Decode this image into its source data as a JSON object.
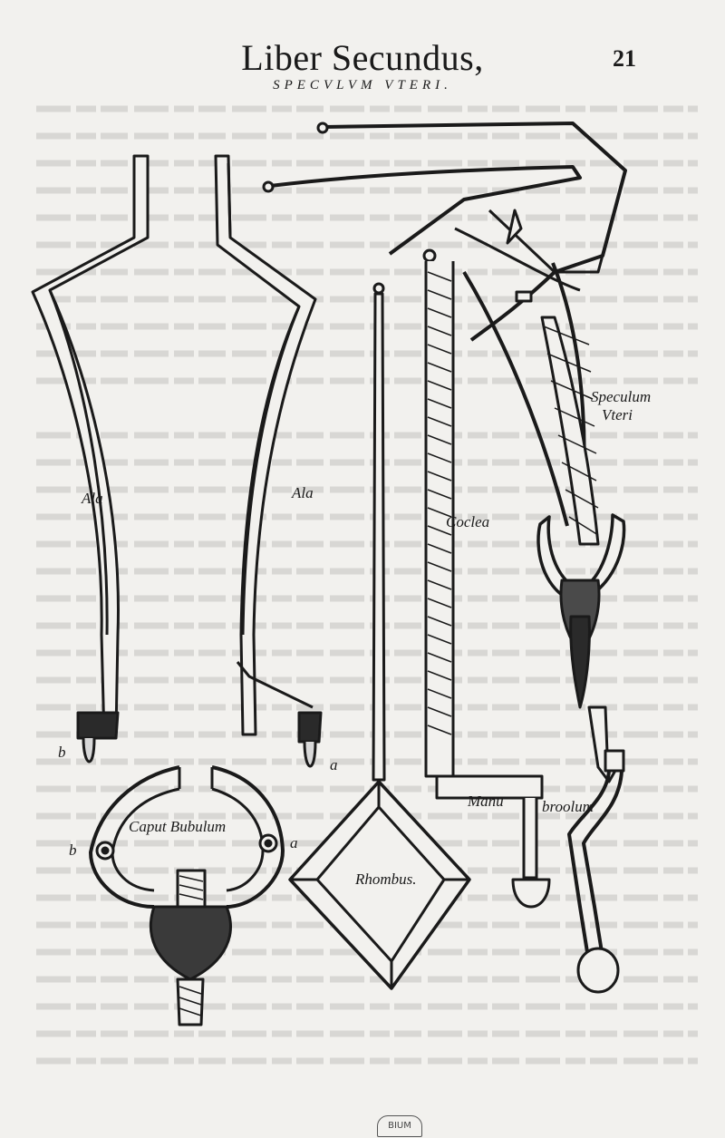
{
  "header": {
    "title": "Liber Secundus,",
    "page_number": "21",
    "subtitle": "SPECVLVM VTERI."
  },
  "figure_labels": {
    "ala_left": "Ala",
    "ala_right": "Ala",
    "b_left": "b",
    "a_right": "a",
    "coclea": "Coclea",
    "speculum_line1": "Speculum",
    "speculum_line2": "Vteri",
    "manu": "Manu",
    "broolum": "broolum",
    "caput_bubulum": "Caput Bubulum",
    "b_ring": "b",
    "a_ring": "a",
    "rhombus": "Rhombus."
  },
  "stamp_text": "BIUM"
}
